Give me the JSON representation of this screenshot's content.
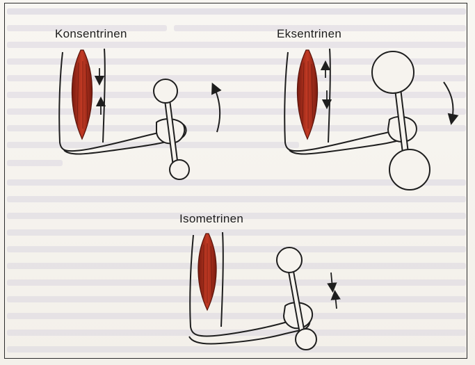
{
  "panels": [
    {
      "label": "Konsentrinen"
    },
    {
      "label": "Eksentrinen"
    },
    {
      "label": "Isometrinen"
    }
  ],
  "colors": {
    "muscle": "#b5301f",
    "muscle_dark": "#6e1a10",
    "ink": "#1e1e1e",
    "bleed_text": "#c9c4d6",
    "paper": "#f6f3ee"
  }
}
